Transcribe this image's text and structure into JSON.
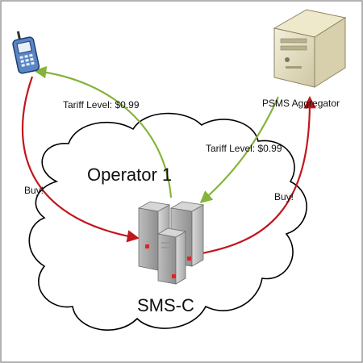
{
  "labels": {
    "operator": "Operator 1",
    "smsc": "SMS-C",
    "aggregator": "PSMS Aggregator",
    "tariff_left": "Tariff Level: $0.99",
    "tariff_right": "Tariff Level: $0.99",
    "buy_left": "Buy!",
    "buy_right": "Buy!"
  },
  "colors": {
    "buy_arrow": "#c0161c",
    "tariff_arrow": "#86b33a",
    "cloud_stroke": "#000000",
    "frame": "#999999"
  },
  "icons": {
    "phone": "mobile-phone-icon",
    "server": "server-icon",
    "smsc": "server-cluster-icon"
  }
}
